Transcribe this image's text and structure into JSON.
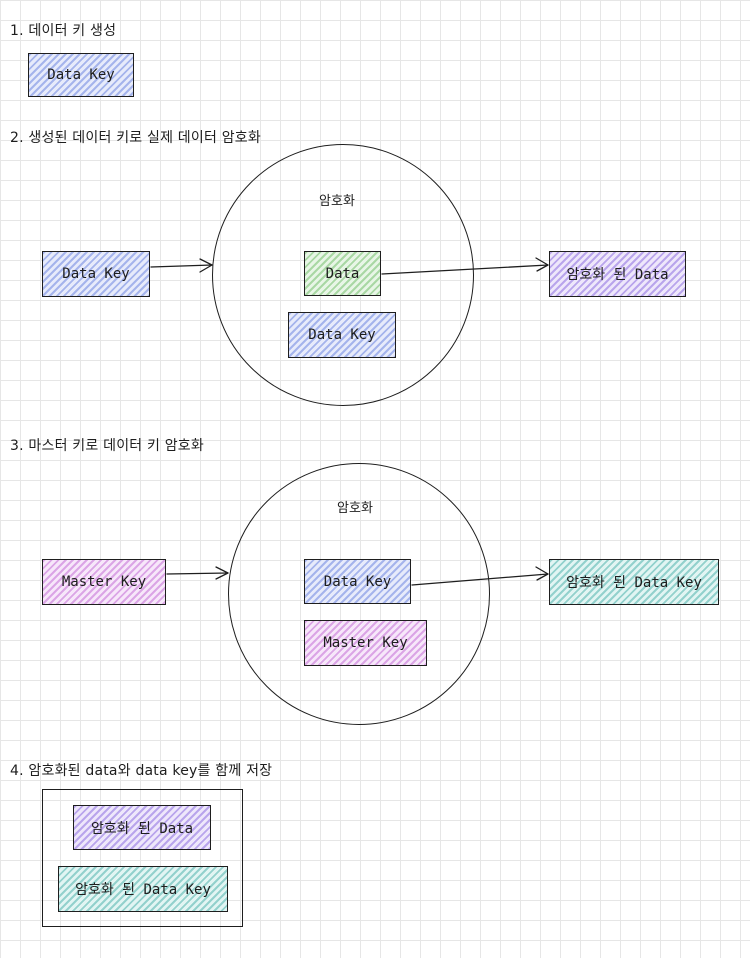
{
  "steps": [
    {
      "title": "1. 데이터 키 생성",
      "box": "Data Key"
    },
    {
      "title": "2. 생성된 데이터 키로 실제 데이터 암호화",
      "input": "Data Key",
      "circle_label": "암호화",
      "inner_data": "Data",
      "inner_key": "Data Key",
      "output": "암호화 된 Data"
    },
    {
      "title": "3. 마스터 키로 데이터 키 암호화",
      "input": "Master Key",
      "circle_label": "암호화",
      "inner_data": "Data Key",
      "inner_key": "Master Key",
      "output": "암호화 된 Data Key"
    },
    {
      "title": "4. 암호화된 data와 data key를 함께 저장",
      "stored_data": "암호화 된 Data",
      "stored_key": "암호화 된 Data Key"
    }
  ]
}
